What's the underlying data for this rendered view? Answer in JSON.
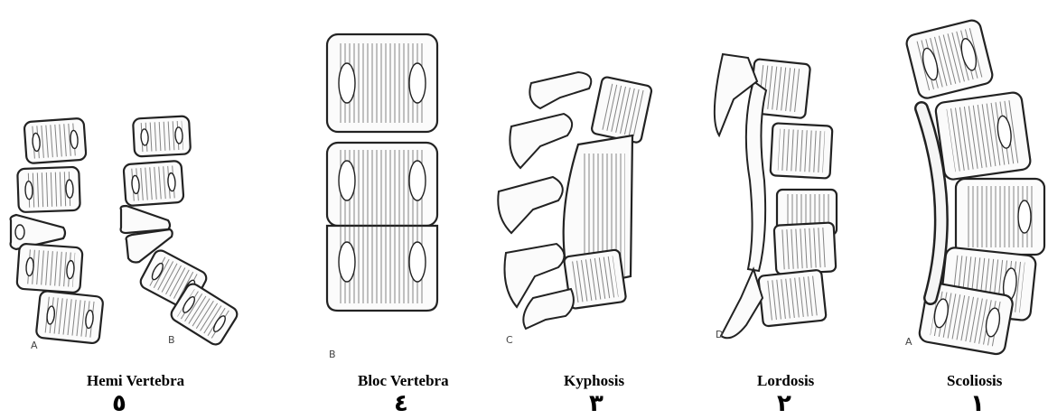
{
  "panels": [
    {
      "id": "hemi",
      "label": "Hemi Vertebra",
      "number": "٥",
      "letters": [
        "A",
        "B"
      ]
    },
    {
      "id": "bloc",
      "label": "Bloc Vertebra",
      "number": "٤",
      "letters": [
        "B"
      ]
    },
    {
      "id": "kyphosis",
      "label": "Kyphosis",
      "number": "٣",
      "letters": [
        "C"
      ]
    },
    {
      "id": "lordosis",
      "label": "Lordosis",
      "number": "٢",
      "letters": [
        "D"
      ]
    },
    {
      "id": "scoliosis",
      "label": "Scoliosis",
      "number": "١",
      "letters": [
        "A"
      ]
    }
  ]
}
